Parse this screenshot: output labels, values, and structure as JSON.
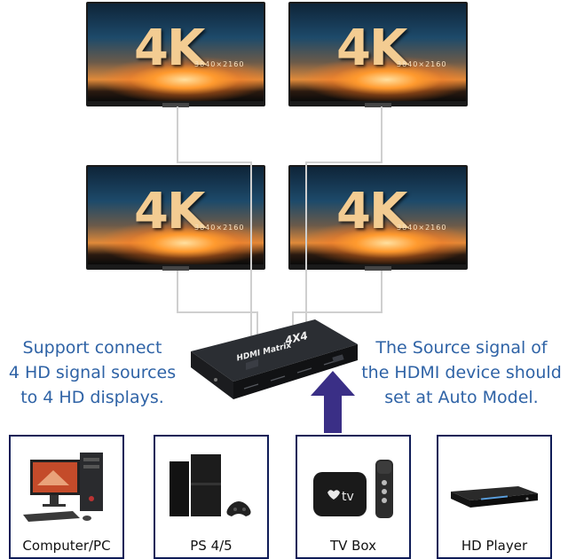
{
  "tv_label": "4K",
  "tv_sublabel": "3840×2160",
  "switch": {
    "brand": "HDMI Matrix",
    "model": "4X4"
  },
  "left_text": [
    "Support connect",
    "4 HD signal sources",
    "to 4 HD displays."
  ],
  "right_text": [
    "The Source signal of",
    "the HDMI device should",
    "set at Auto Model."
  ],
  "sources": [
    {
      "label": "Computer/PC",
      "icon": "computer-icon"
    },
    {
      "label": "PS 4/5",
      "icon": "playstation-icon"
    },
    {
      "label": "TV Box",
      "icon": "tv-box-icon"
    },
    {
      "label": "HD Player",
      "icon": "hd-player-icon"
    }
  ],
  "colors": {
    "text_blue": "#2f63a6",
    "frame_navy": "#0f1c57",
    "arrow": "#3a2f86"
  }
}
